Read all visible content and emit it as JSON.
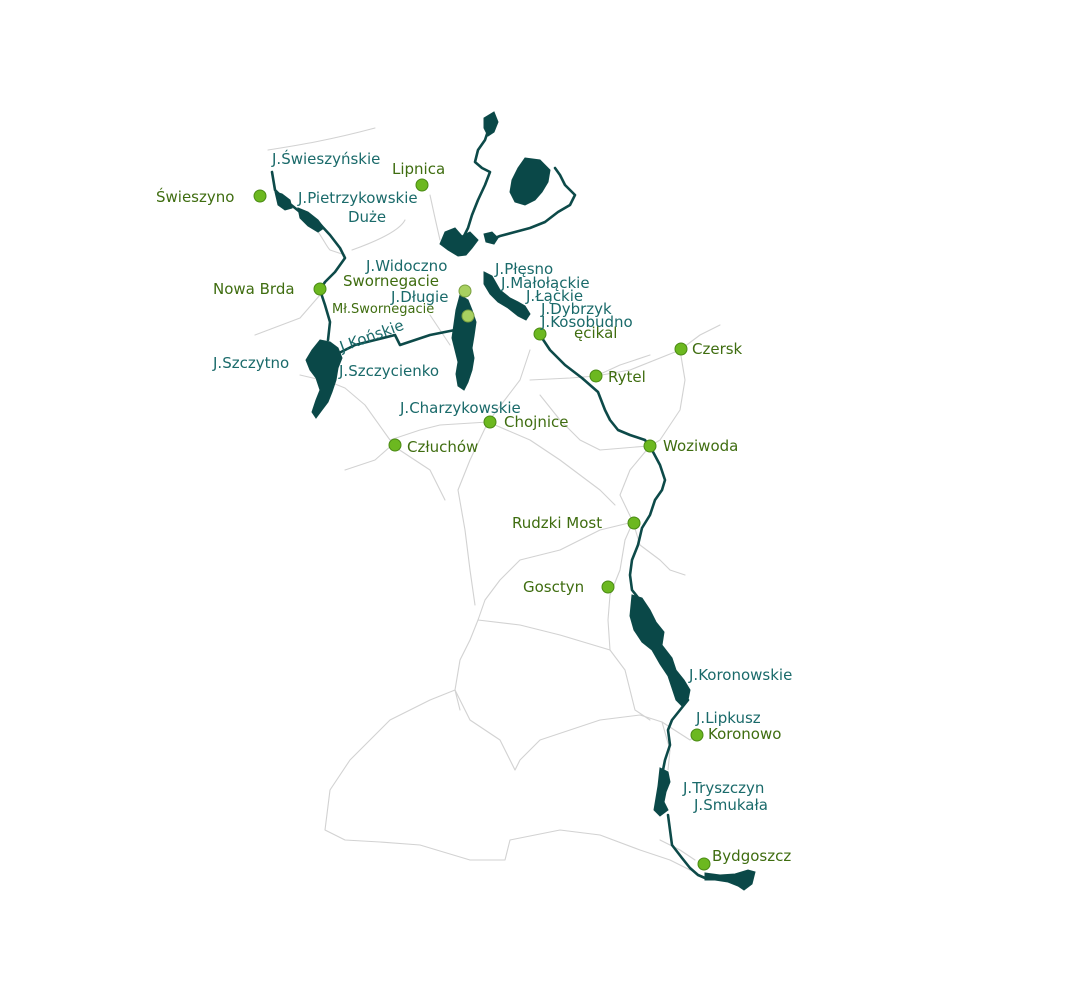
{
  "colors": {
    "water": "#0a4848",
    "road": "#d2d2d2",
    "lake_label": "#1a6a6a",
    "town_label": "#3f6d10",
    "town_marker": "#6cb820",
    "town_marker_light": "#a8d060"
  },
  "lakes": {
    "swieszynskie": "J.Świeszyńskie",
    "pietrzykowskie": "J.Pietrzykowskie",
    "pietrzykowskie_2": "Duże",
    "widoczno": "J.Widoczno",
    "plesno": "J.Płęsno",
    "malolackie": "J.Małołąckie",
    "lackie": "J.Łąckie",
    "dlugie": "J.Długie",
    "dybrzyk": "J.Dybrzyk",
    "kosobudno": "J.Kosobudno",
    "konskie": "J.Końskie",
    "szczytno": "J.Szczytno",
    "szczycienko": "J.Szczycienko",
    "charzykowskie": "J.Charzykowskie",
    "koronowskie": "J.Koronowskie",
    "lipkusz": "J.Lipkusz",
    "tryszczyn": "J.Tryszczyn",
    "smukala": "J.Smukała"
  },
  "towns": {
    "lipnica": "Lipnica",
    "swieszyno": "Świeszyno",
    "swornegacie": "Swornegacie",
    "ml_swornegacie": "Mł.Swornegacie",
    "nowa_brda": "Nowa Brda",
    "ecikal": "ęcikal",
    "czersk": "Czersk",
    "rytel": "Rytel",
    "chojnice": "Chojnice",
    "czluchow": "Człuchów",
    "woziwoda": "Woziwoda",
    "rudzki_most": "Rudzki Most",
    "gosctyn": "Gosctyn",
    "koronowo": "Koronowo",
    "bydgoszcz": "Bydgoszcz"
  }
}
